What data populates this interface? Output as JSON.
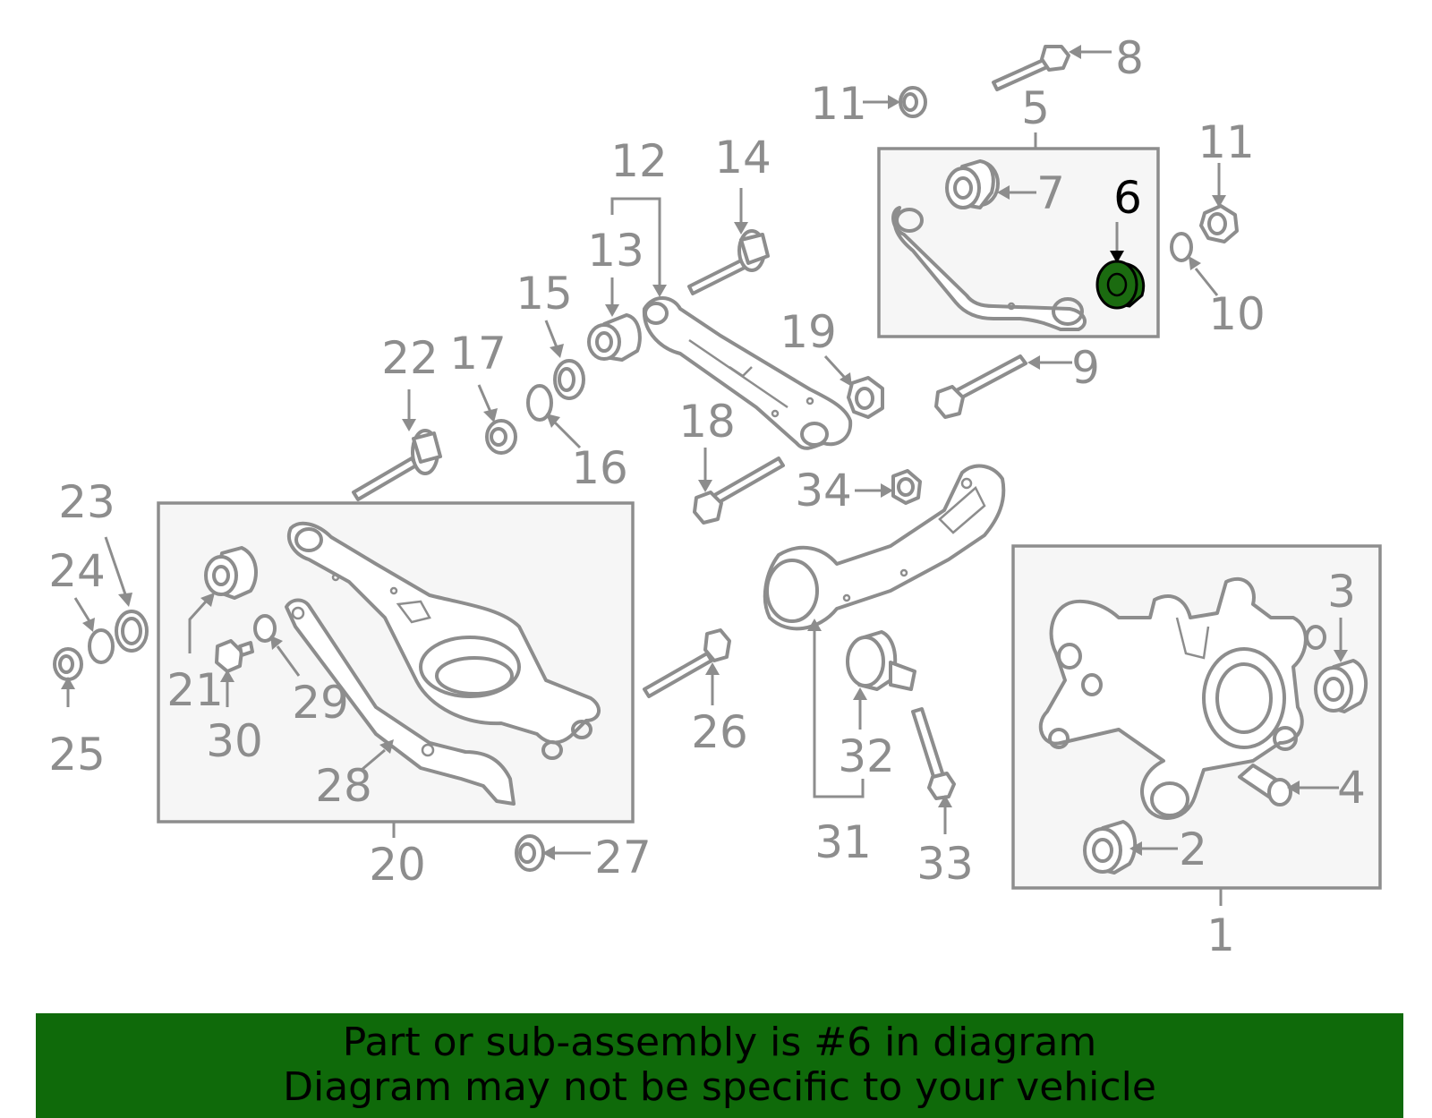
{
  "colors": {
    "line_art": "#8d8d8d",
    "highlight_part": "#1b6b10",
    "highlight_label": "#000000",
    "banner_background": "#0f6a0a",
    "group_box_fill": "#f6f6f6"
  },
  "callouts": {
    "c1": "1",
    "c2": "2",
    "c3": "3",
    "c4": "4",
    "c5": "5",
    "c6": "6",
    "c7": "7",
    "c8": "8",
    "c9": "9",
    "c10": "10",
    "c11a": "11",
    "c11b": "11",
    "c12": "12",
    "c13": "13",
    "c14": "14",
    "c15": "15",
    "c16": "16",
    "c17": "17",
    "c18": "18",
    "c19": "19",
    "c20": "20",
    "c21": "21",
    "c22": "22",
    "c23": "23",
    "c24": "24",
    "c25": "25",
    "c26": "26",
    "c27": "27",
    "c28": "28",
    "c29": "29",
    "c30": "30",
    "c31": "31",
    "c32": "32",
    "c33": "33",
    "c34": "34"
  },
  "highlighted_callout": "6",
  "banner": {
    "line1": "Part or sub-assembly is #6 in diagram",
    "line2": "Diagram may not be specific to your vehicle"
  }
}
